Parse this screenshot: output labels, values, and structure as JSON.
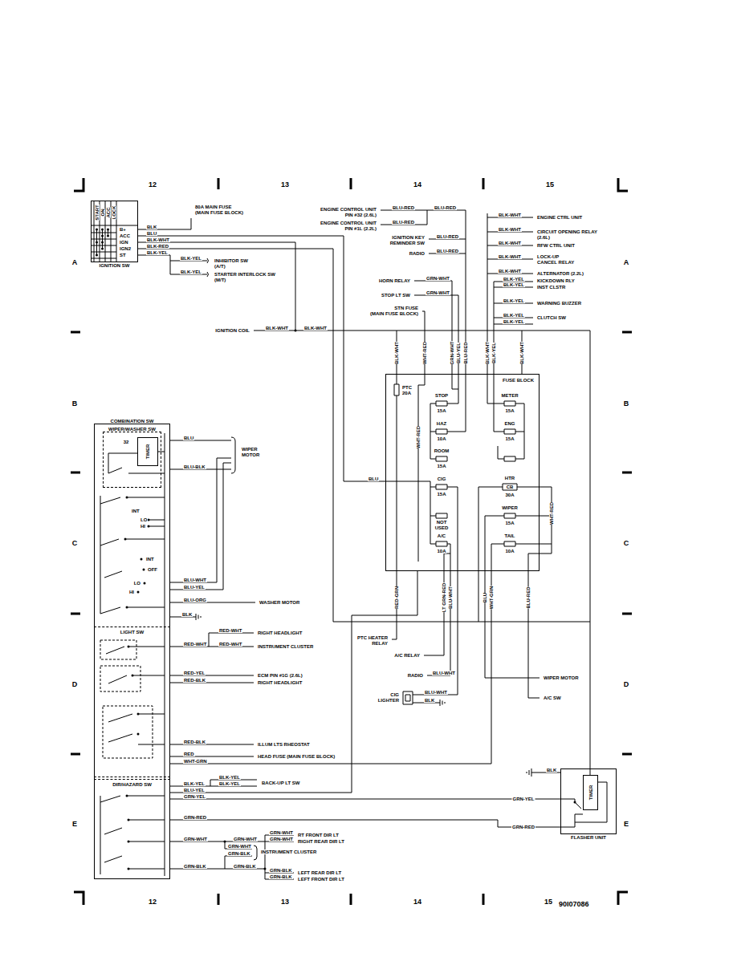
{
  "diagram": {
    "nodes": [
      {
        "text": [
          "IGNITION SW"
        ]
      },
      {
        "text": [
          "FUSE BLOCK"
        ]
      },
      {
        "text": [
          "COMBINATION SW"
        ]
      },
      {
        "text": [
          "WIPER/WASHER SW"
        ],
        "in": 2
      },
      {
        "text": [
          "TIMER"
        ],
        "in": 3
      },
      {
        "text": [
          "LIGHT SW"
        ],
        "in": 2
      },
      {
        "text": [
          "DIR/HAZARD SW"
        ],
        "in": 2
      },
      {
        "text": [
          "FLASHER UNIT"
        ]
      },
      {
        "text": [
          "TIMER"
        ],
        "in": 7
      }
    ],
    "edges": [
      {
        "from": 0,
        "to": 1,
        "arrow": "none"
      },
      {
        "from": 0,
        "to": 1,
        "arrow": "none"
      },
      {
        "from": 1,
        "to": 5,
        "arrow": "none"
      },
      {
        "from": 1,
        "to": 6,
        "arrow": "none"
      },
      {
        "from": 6,
        "to": 7,
        "label": "GRN-YEL",
        "arrow": "none"
      },
      {
        "from": 6,
        "to": 7,
        "label": "GRN-RED",
        "arrow": "none"
      }
    ],
    "labels": [
      "12",
      "13",
      "14",
      "15",
      "A",
      "A",
      "B",
      "B",
      "C",
      "C",
      "D",
      "D",
      "E",
      "E",
      "12",
      "13",
      "14",
      "15",
      "90I07086",
      "START",
      "ON",
      "ACC",
      "LOCK",
      "B+",
      "ACC",
      "IGN",
      "IGN2",
      "ST",
      "80A MAIN FUSE",
      "(MAIN FUSE BLOCK)",
      "BLK",
      "BLU",
      "BLK-WHT",
      "BLK-RED",
      "BLK-YEL",
      "BLK-YEL",
      "BLK-YEL",
      "INHIBITOR SW",
      "(A/T)",
      "STARTER INTERLOCK SW",
      "(M/T)",
      "ENGINE CONTROL UNIT",
      "PIN #32 (2.6L)",
      "BLU-RED",
      "BLU-RED",
      "ENGINE CONTROL UNIT",
      "PIN #1L (2.2L)",
      "BLU-RED",
      "IGNITION KEY",
      "REMINDER SW",
      "BLU-RED",
      "RADIO",
      "BLU-RED",
      "HORN RELAY",
      "GRN-WHT",
      "STOP LT SW",
      "GRN-WHT",
      "STN FUSE",
      "(MAIN FUSE BLOCK)",
      "IGNITION COIL",
      "BLK-WHT",
      "BLK-WHT",
      "BLK-WHT",
      "ENGINE CTRL UNIT",
      "BLK-WHT",
      "CIRCUIT OPENING RELAY",
      "(2.6L)",
      "BLK-WHT",
      "RFW CTRL UNIT",
      "BLK-WHT",
      "LOCK-UP",
      "CANCEL RELAY",
      "BLK-WHT",
      "ALTERNATOR (2.2L)",
      "BLK-YEL",
      "KICKDOWN RLY",
      "BLK-YEL",
      "INST CLSTR",
      "BLK-YEL",
      "WARNING BUZZER",
      "BLK-YEL",
      "CLUTCH SW",
      "BLK-YEL",
      "BLK-WHT",
      "WHT-RED",
      "GRN-WHT",
      "BLU-YEL",
      "BLU-RED",
      "BLK-WHT",
      "BLK-YEL",
      "BLK-WHT",
      "WHT-RED",
      "WHT-RED",
      "PTC",
      "20A",
      "STOP",
      "15A",
      "HAZ",
      "10A",
      "ROOM",
      "15A",
      "METER",
      "15A",
      "ENG",
      "15A",
      "CIG",
      "15A",
      "NOT",
      "USED",
      "A/C",
      "10A",
      "HTR",
      "CB",
      "30A",
      "WIPER",
      "15A",
      "TAIL",
      "10A",
      "BLU",
      "RED-GRN",
      "LT GRN-RED",
      "BLU-WHT",
      "BLU",
      "WHT-GRN",
      "BLU-RED",
      "PTC HEATER",
      "RELAY",
      "A/C RELAY",
      "RADIO",
      "BLU-WHT",
      "CIG",
      "LIGHTER",
      "BLU-WHT",
      "BLK",
      "WIPER MOTOR",
      "A/C SW",
      "32",
      "INT",
      "LO",
      "HI",
      "INT",
      "OFF",
      "LO",
      "HI",
      "BLU",
      "WIPER",
      "MOTOR",
      "BLU-BLK",
      "BLU-WHT",
      "BLU-YEL",
      "BLU-ORG",
      "WASHER MOTOR",
      "BLK",
      "RED-WHT",
      "RED-WHT",
      "RIGHT HEADLIGHT",
      "RED-WHT",
      "INSTRUMENT CLUSTER",
      "RED-YEL",
      "ECM PIN #1G (2.6L)",
      "RED-BLK",
      "RIGHT HEADLIGHT",
      "RED-BLK",
      "ILLUM LTS RHEOSTAT",
      "RED",
      "WHT-GRN",
      "HEAD FUSE (MAIN FUSE BLOCK)",
      "BLK-YEL",
      "BLU-YEL",
      "GRN-YEL",
      "BLK-YEL",
      "BLK-YEL",
      "BACK-UP LT SW",
      "GRN-RED",
      "GRN-WHT",
      "GRN-WHT",
      "GRN-WHT",
      "GRN-WHT",
      "RT FRONT DIR LT",
      "RIGHT REAR DIR LT",
      "GRN-WHT",
      "GRN-BLK",
      "INSTRUMENT CLUSTER",
      "GRN-BLK",
      "GRN-BLK",
      "GRN-BLK",
      "GRN-BLK",
      "LEFT REAR DIR LT",
      "LEFT FRONT DIR LT",
      "BLK"
    ]
  }
}
